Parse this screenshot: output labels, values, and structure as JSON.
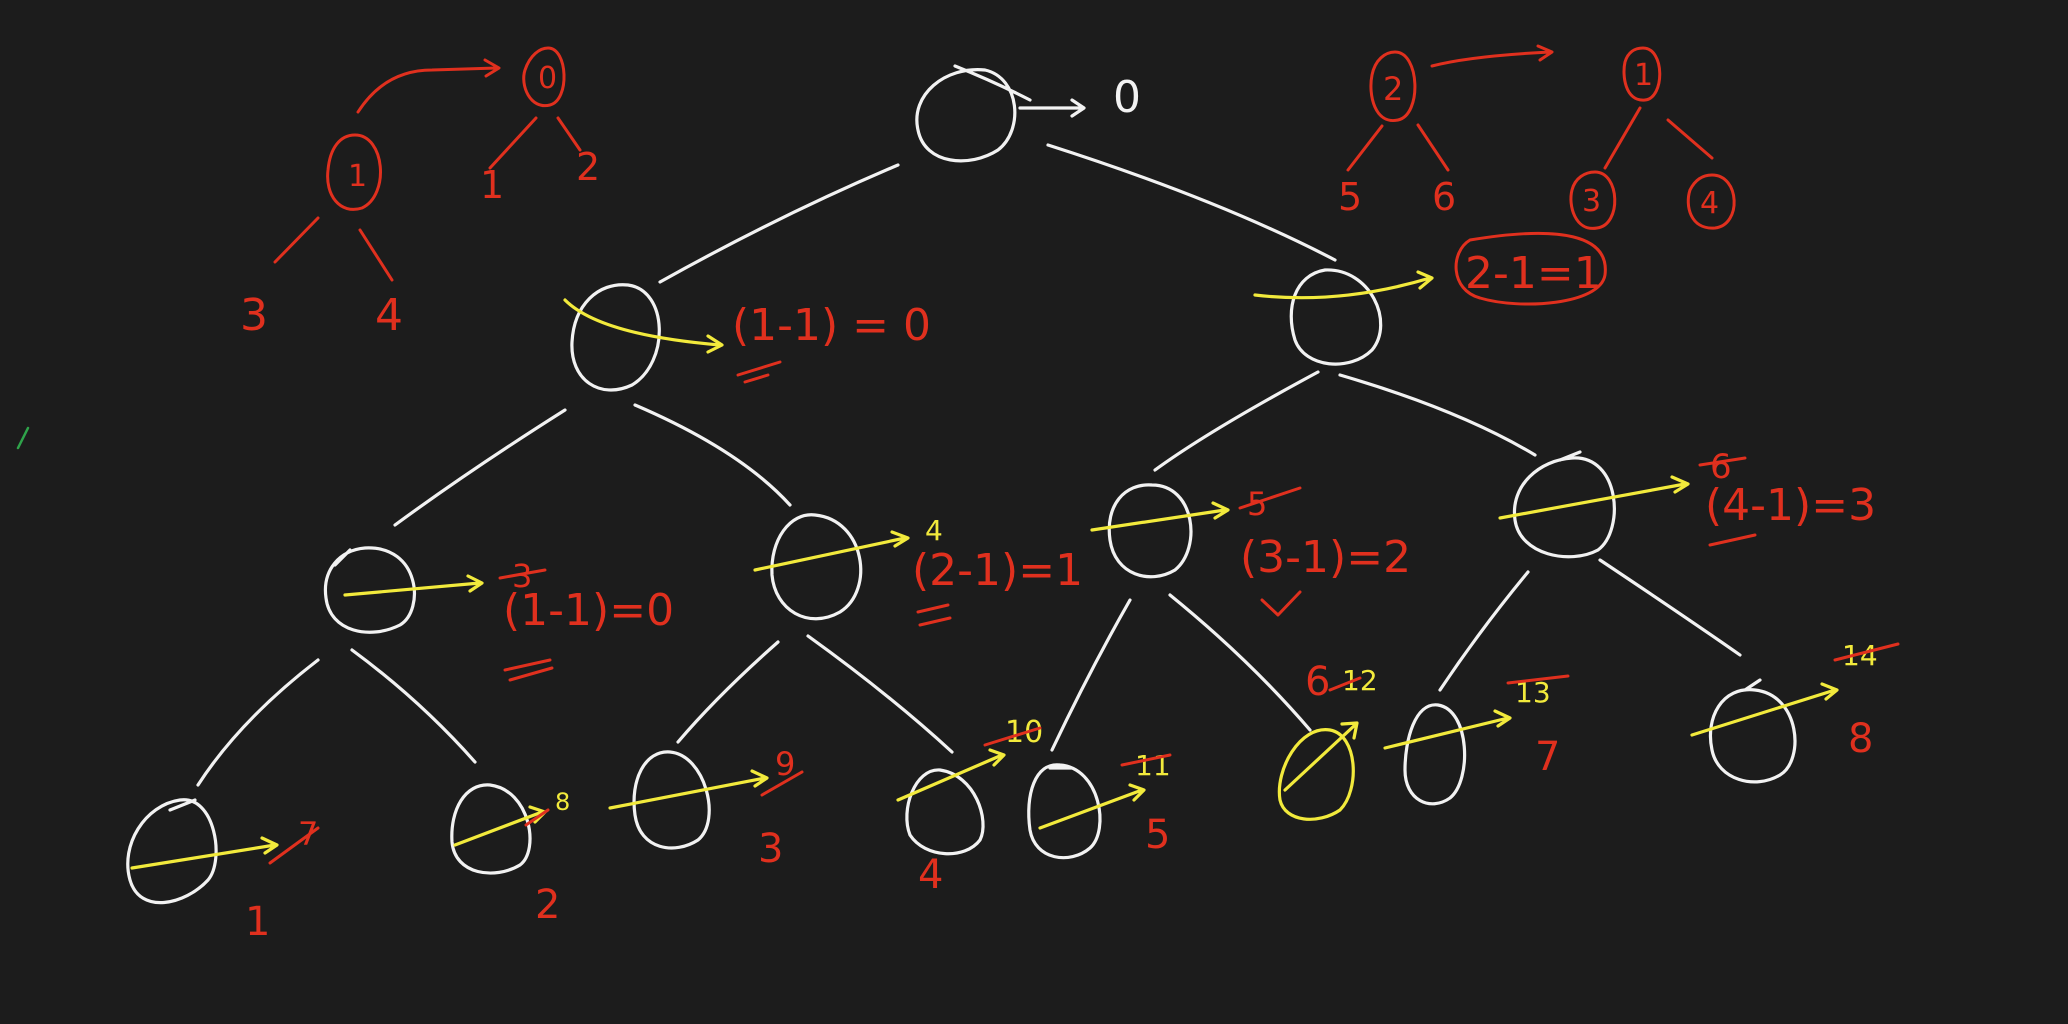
{
  "colors": {
    "background": "#1c1c1c",
    "tree": "#f2f2f2",
    "arrow": "#f2ea3c",
    "annotation": "#e0301e",
    "stray_mark": "#2fa34a"
  },
  "main_tree": {
    "root_label": "0",
    "struck_index_labels": [
      "3",
      "4",
      "5",
      "6",
      "7",
      "8",
      "9",
      "10",
      "11",
      "12",
      "13",
      "14"
    ],
    "level1_left_formula": "(1-1) = 0",
    "level1_right_formula": "2-1=1",
    "level2_formulas": [
      "(1-1)=0",
      "(2-1)=1",
      "(3-1)=2",
      "(4-1)=3"
    ],
    "leaf_values": [
      "1",
      "2",
      "3",
      "4",
      "5",
      "6",
      "7",
      "8"
    ]
  },
  "left_diagram": {
    "top_node": "0",
    "top_children": [
      "1",
      "2"
    ],
    "bottom_node": "1",
    "bottom_children": [
      "3",
      "4"
    ]
  },
  "right_diagram": {
    "left_node": "2",
    "left_children": [
      "5",
      "6"
    ],
    "right_node": "1",
    "right_children": [
      "3",
      "4"
    ]
  }
}
